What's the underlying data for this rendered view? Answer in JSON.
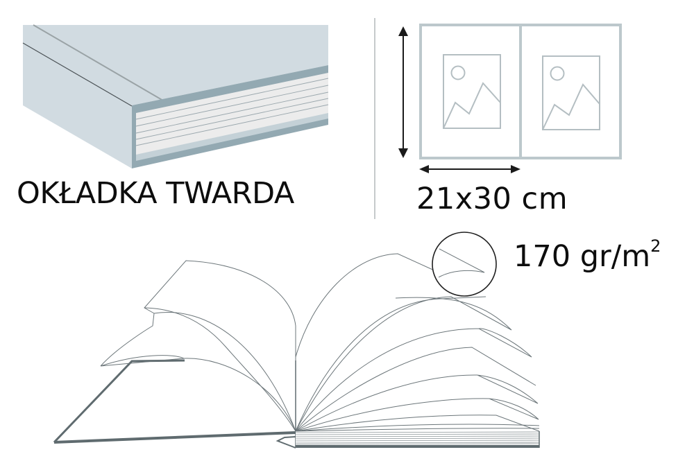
{
  "cover": {
    "label": "OKŁADKA TWARDA",
    "colors": {
      "cover": "#d1dbe1",
      "edge": "#93a9b2",
      "pages": "#ececec",
      "page_lines": "#9aa7ad"
    }
  },
  "size": {
    "label": "21x30 cm",
    "frame_color": "#bcc8cc",
    "placeholder_icon": "image-placeholder-icon"
  },
  "paper": {
    "label_value": "170 gr/m",
    "label_sup": "2"
  },
  "book": {
    "line_color": "#5f6b6f"
  }
}
